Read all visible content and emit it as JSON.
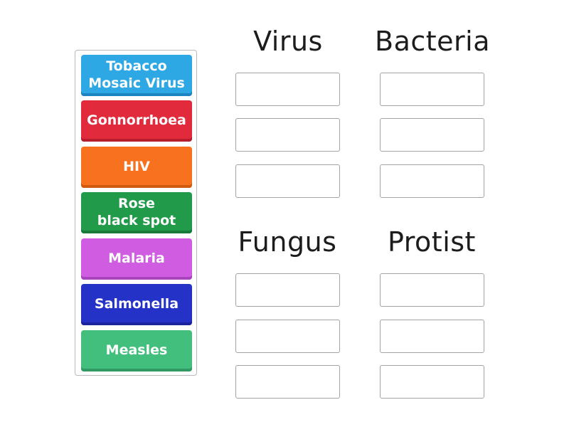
{
  "items": [
    {
      "label": "Tobacco\nMosaic Virus",
      "color": "#2ea8e5",
      "shade": "#1b84c1"
    },
    {
      "label": "Gonnorrhoea",
      "color": "#e12a3c",
      "shade": "#b71d2c"
    },
    {
      "label": "HIV",
      "color": "#f7711e",
      "shade": "#d05a10"
    },
    {
      "label": "Rose\nblack spot",
      "color": "#219b4a",
      "shade": "#187a39"
    },
    {
      "label": "Malaria",
      "color": "#cf5ce1",
      "shade": "#a944bb"
    },
    {
      "label": "Salmonella",
      "color": "#2432c8",
      "shade": "#1a259d"
    },
    {
      "label": "Measles",
      "color": "#43bf7d",
      "shade": "#319a62"
    }
  ],
  "groups": [
    {
      "title": "Virus"
    },
    {
      "title": "Bacteria"
    },
    {
      "title": "Fungus"
    },
    {
      "title": "Protist"
    }
  ]
}
